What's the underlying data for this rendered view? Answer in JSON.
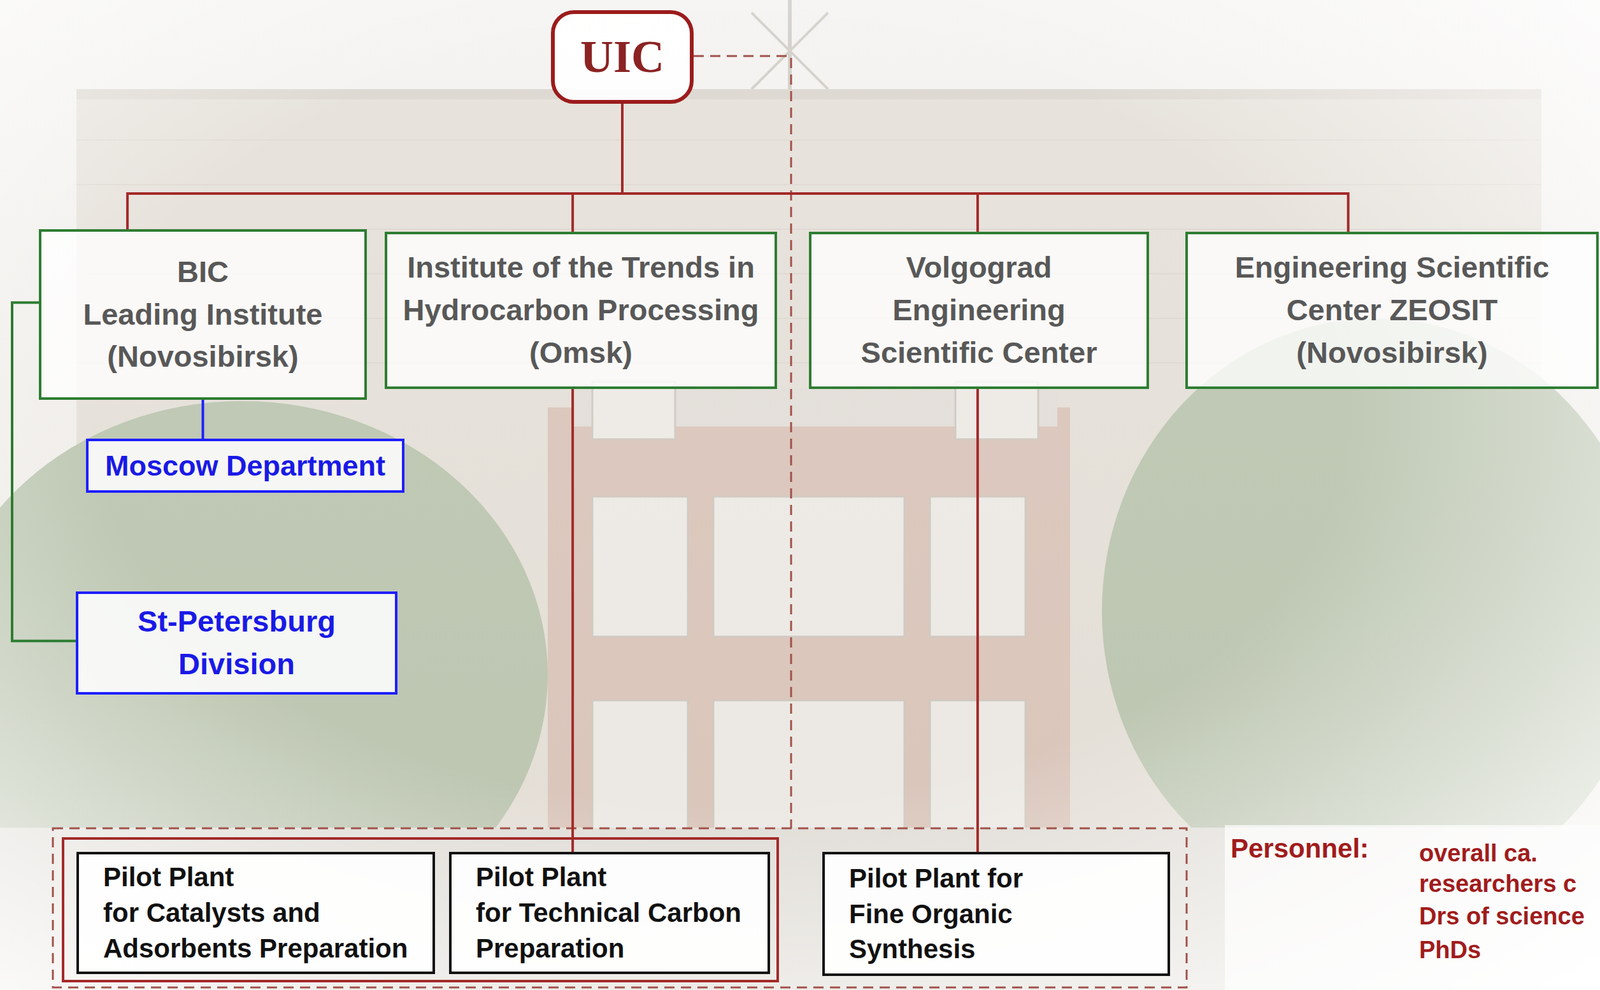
{
  "diagram": {
    "nodes": [
      {
        "text": [
          "UIC"
        ]
      },
      {
        "text": [
          "BIC",
          "Leading Institute (Novosibirsk)"
        ]
      },
      {
        "text": [
          "Institute of the Trends in Hydrocarbon Processing (Omsk)"
        ]
      },
      {
        "text": [
          "Volgograd Engineering Scientific Center"
        ]
      },
      {
        "text": [
          "Engineering Scientific Center ZEOSIT (Novosibirsk)"
        ]
      },
      {
        "text": [
          "Moscow Department"
        ]
      },
      {
        "text": [
          "St-Petersburg Division"
        ]
      },
      {
        "text": [
          "Pilot Plant",
          "for Catalysts and Adsorbents Preparation"
        ]
      },
      {
        "text": [
          "Pilot Plant",
          "for Technical Carbon Preparation"
        ]
      },
      {
        "text": [
          "Pilot Plant for Fine Organic Synthesis"
        ]
      }
    ],
    "edges": [
      {
        "from": 0,
        "to": 1,
        "arrow": "none"
      },
      {
        "from": 0,
        "to": 2,
        "arrow": "none"
      },
      {
        "from": 0,
        "to": 3,
        "arrow": "none"
      },
      {
        "from": 0,
        "to": 4,
        "arrow": "none"
      },
      {
        "from": 1,
        "to": 5,
        "arrow": "none"
      },
      {
        "from": 1,
        "to": 6,
        "arrow": "none"
      },
      {
        "from": 2,
        "to": 8,
        "arrow": "none"
      },
      {
        "from": 3,
        "to": 9,
        "arrow": "none"
      }
    ],
    "labels": [
      "Personnel:",
      "overall ca.",
      "researchers c",
      "Drs of science",
      "PhDs"
    ]
  }
}
